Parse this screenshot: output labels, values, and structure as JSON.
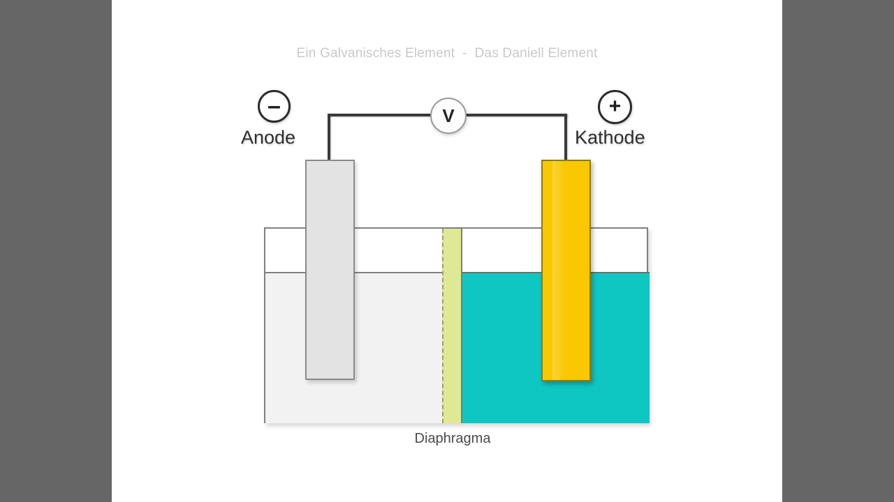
{
  "slide": {
    "title": "Ein Galvanisches Element  -  Das Daniell Element",
    "background_color": "#ffffff",
    "letterbox_color": "#666666"
  },
  "cell": {
    "anode": {
      "label": "Anode",
      "polarity_sign": "–",
      "polarity_name": "negative",
      "electrode_color": "#e3e3e3",
      "solution_color": "#f2f2f2"
    },
    "cathode": {
      "label": "Kathode",
      "polarity_sign": "+",
      "polarity_name": "positive",
      "electrode_color": "#f9c800",
      "solution_color": "#0fc7c2"
    },
    "meter": {
      "label": "V",
      "name": "voltmeter"
    },
    "separator": {
      "label": "Diaphragma",
      "color": "#dfe894"
    },
    "wire_color": "#3a3a3a",
    "beaker_border_color": "#808080"
  },
  "icons": {
    "minus": "–",
    "plus": "+"
  }
}
